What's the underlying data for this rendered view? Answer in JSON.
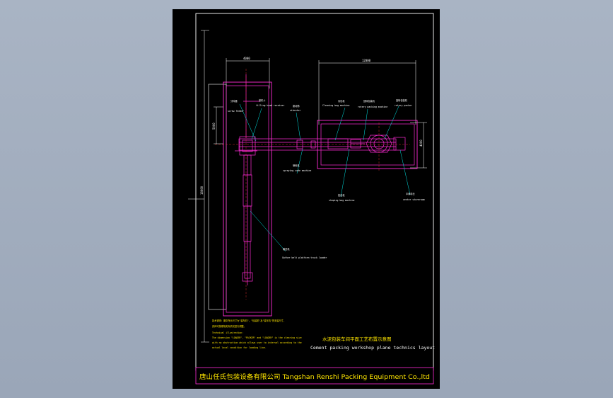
{
  "drawing": {
    "title_cn": "水泥包装车间平面工艺布置示意图",
    "title_en": "Cement packing workshop plane technics layout",
    "company": "唐山任氏包装设备有限公司 Tangshan Renshi Packing Equipment Co.,ltd",
    "dimensions": {
      "left_top": "4000",
      "right_top": "12000",
      "left_vertical": "18000",
      "left_short": "5000",
      "right_short": "4000"
    },
    "callouts": [
      {
        "cn": "分料器",
        "en": "screw feeder"
      },
      {
        "cn": "接机斗",
        "en": "filling head receiver"
      },
      {
        "cn": "振动筛",
        "en": "vibrator"
      },
      {
        "cn": "清包机",
        "en": "Cleaning bag machine"
      },
      {
        "cn": "回转包装机",
        "en": "rotary packing machine"
      },
      {
        "cn": "回转包装机",
        "en": "rotary packer"
      },
      {
        "cn": "喷码机",
        "en": "spraying code machine"
      },
      {
        "cn": "拍包机",
        "en": "shaping bag machine"
      },
      {
        "cn": "中间料仓",
        "en": "center storeroom"
      },
      {
        "cn": "输送机",
        "en": "Gather belt platform truck loader"
      }
    ],
    "notes": {
      "title_cn": "技术说明:",
      "line1_cn": "图中所示尺寸为\"装车机\"，\"包装机\"及\"装车机\"的安装尺寸，",
      "line2_cn": "具体可按现场实际情况进行调整。",
      "title_en": "Technical illustration:",
      "line1_en": "The dimension \"LOADER\", \"PACKER\" and \"LOADER\" is the clearing size",
      "line2_en": "with no obstruction which allows user to interval according to the",
      "line3_en": "actual local condition for loading line."
    }
  },
  "colors": {
    "background": "#9ea9bb",
    "sheet": "#000000",
    "border": "#ffffff",
    "equipment": "#ff2bd6",
    "leader": "#00e5e5",
    "text_yellow": "#ffe600",
    "text_white": "#ffffff",
    "company_frame": "#ff2bd6"
  }
}
